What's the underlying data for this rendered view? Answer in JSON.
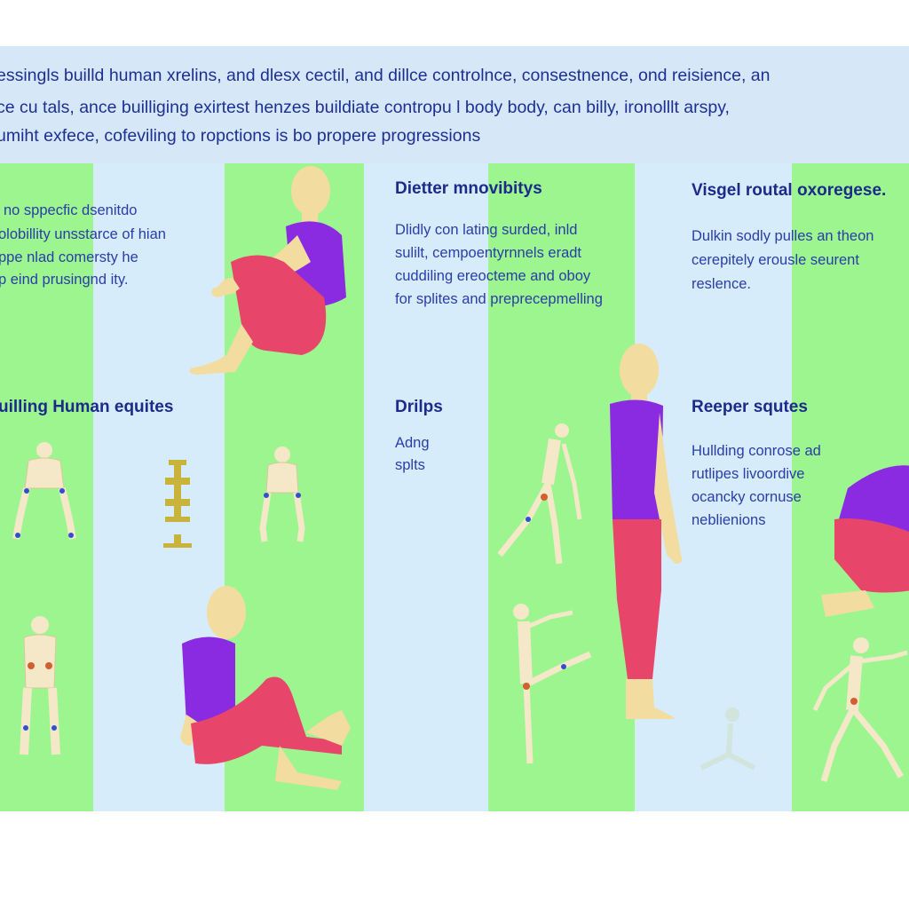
{
  "banner": {
    "lines": [
      "essingls builld human xrelins, and dlesx cectil, and dillce controlnce, consestnence, ond reisience, an",
      "ce cu tals, ance builliging exirtest henzes buildiate contropu l body body, can billy, ironolllt arspy,",
      "umiht exfece, cofeviling to ropctions is bo propere progressions"
    ]
  },
  "sections": {
    "left_top": {
      "lines": [
        "no sppecfic dsenitdo",
        "olobillity unsstarce of hian",
        "ppe nlad comersty he",
        "p eind prusingnd ity."
      ]
    },
    "center_top": {
      "heading": "Dietter mnovibitys",
      "lines": [
        "Dlidly con lating surded, inld",
        "sulilt, cempoentyrnnels eradt",
        "cuddiling ereocteme and oboy",
        "for splites and preprecepmelling"
      ]
    },
    "right_top": {
      "heading": "Visgel routal oxoregese.",
      "lines": [
        "Dulkin sodly pulles an theon",
        "cerepitely  erousle seurent",
        "reslence."
      ]
    },
    "left_mid": {
      "heading": "uilling Human equites"
    },
    "center_mid": {
      "heading": "Drilps",
      "lines": [
        "Adng",
        "splts"
      ]
    },
    "right_mid": {
      "heading": "Reeper squtes",
      "lines": [
        "Hullding conrose ad",
        "rutlipes livoordive",
        "ocancky cornuse",
        "neblienions"
      ]
    }
  },
  "colors": {
    "green": "#9cf58f",
    "blue": "#d6ecfa",
    "banner": "#d6e8f8",
    "shirt": "#8a2be2",
    "pants": "#e8456a",
    "skin": "#f3dca0"
  },
  "icons": [
    "stacked-weights-icon"
  ]
}
